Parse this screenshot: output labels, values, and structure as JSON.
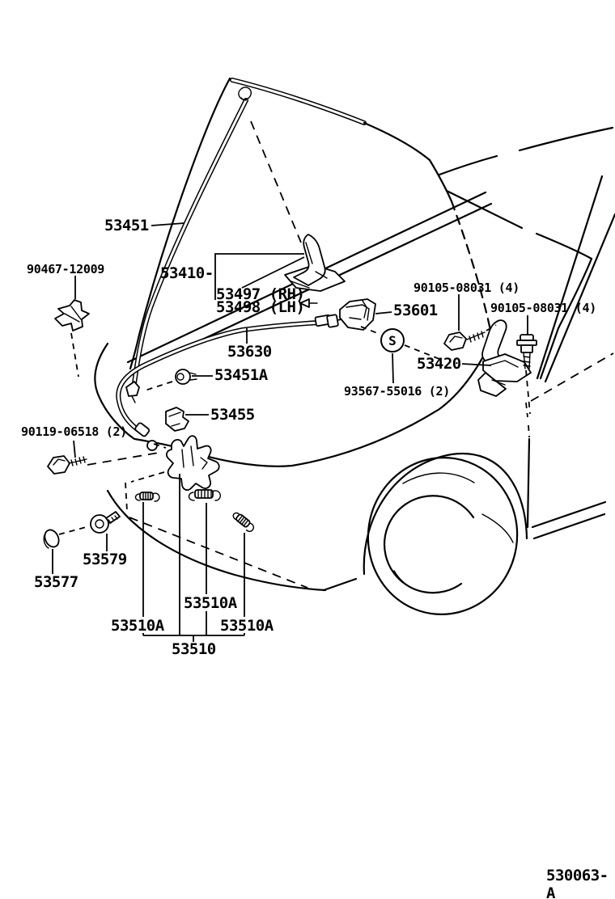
{
  "colors": {
    "ink": "#000000",
    "background": "#ffffff"
  },
  "diagram": {
    "doc_code": "530063-A",
    "s_symbol": "S",
    "labels": [
      {
        "id": "53451",
        "text": "53451"
      },
      {
        "id": "90467-12009",
        "text": "90467-12009"
      },
      {
        "id": "53410",
        "text": "53410-"
      },
      {
        "id": "53497",
        "text": "53497 (RH)"
      },
      {
        "id": "53498",
        "text": "53498 (LH)"
      },
      {
        "id": "90105-08031-a",
        "text": "90105-08031 (4)"
      },
      {
        "id": "90105-08031-b",
        "text": "90105-08031 (4)"
      },
      {
        "id": "53601",
        "text": "53601"
      },
      {
        "id": "53630",
        "text": "53630"
      },
      {
        "id": "53420",
        "text": "53420"
      },
      {
        "id": "53451A",
        "text": "53451A"
      },
      {
        "id": "93567-55016",
        "text": "93567-55016 (2)"
      },
      {
        "id": "53455",
        "text": "53455"
      },
      {
        "id": "90119-06518",
        "text": "90119-06518 (2)"
      },
      {
        "id": "53579",
        "text": "53579"
      },
      {
        "id": "53577",
        "text": "53577"
      },
      {
        "id": "53510A-mid",
        "text": "53510A"
      },
      {
        "id": "53510A-left",
        "text": "53510A"
      },
      {
        "id": "53510A-right",
        "text": "53510A"
      },
      {
        "id": "53510",
        "text": "53510"
      }
    ]
  }
}
